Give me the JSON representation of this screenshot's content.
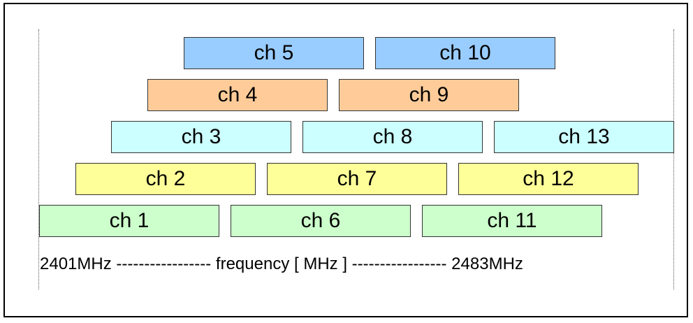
{
  "channels": {
    "ch1": "ch 1",
    "ch2": "ch 2",
    "ch3": "ch 3",
    "ch4": "ch 4",
    "ch5": "ch 5",
    "ch6": "ch 6",
    "ch7": "ch 7",
    "ch8": "ch 8",
    "ch9": "ch 9",
    "ch10": "ch 10",
    "ch11": "ch 11",
    "ch12": "ch 12",
    "ch13": "ch 13"
  },
  "axis": {
    "label": "2401MHz ----------------- frequency [ MHz ] ----------------- 2483MHz"
  },
  "colors": {
    "row1": "#CCFFCC",
    "row2": "#FFFF99",
    "row3": "#CCFFFF",
    "row4": "#FFCC99",
    "row5": "#99CCFF"
  }
}
